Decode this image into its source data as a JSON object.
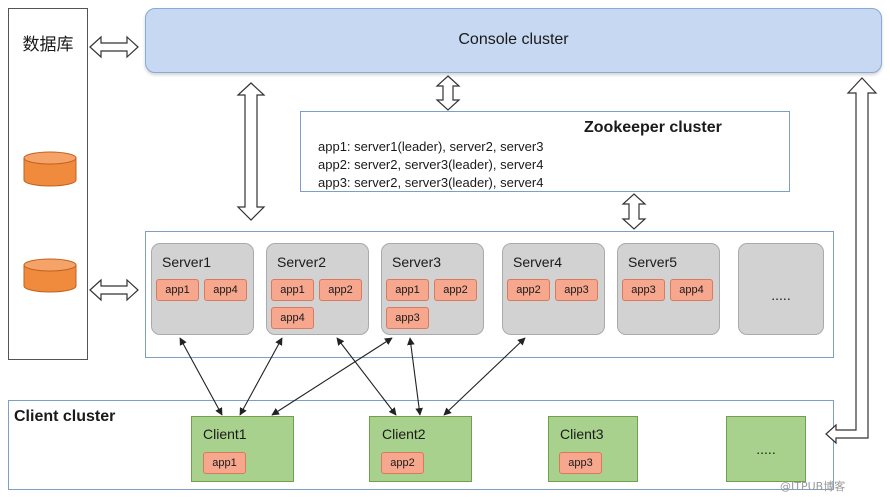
{
  "database": {
    "title": "数据库"
  },
  "console": {
    "label": "Console cluster"
  },
  "zookeeper": {
    "title": "Zookeeper cluster",
    "lines": [
      "app1: server1(leader), server2, server3",
      "app2: server2, server3(leader), server4",
      "app3: server2, server3(leader), server4"
    ]
  },
  "servers": [
    {
      "name": "Server1",
      "apps": [
        "app1",
        "app4"
      ]
    },
    {
      "name": "Server2",
      "apps": [
        "app1",
        "app2",
        "app4"
      ]
    },
    {
      "name": "Server3",
      "apps": [
        "app1",
        "app2",
        "app3"
      ]
    },
    {
      "name": "Server4",
      "apps": [
        "app2",
        "app3"
      ]
    },
    {
      "name": "Server5",
      "apps": [
        "app3",
        "app4"
      ]
    },
    {
      "name": "....."
    }
  ],
  "client_cluster": {
    "label": "Client cluster",
    "clients": [
      {
        "name": "Client1",
        "app": "app1"
      },
      {
        "name": "Client2",
        "app": "app2"
      },
      {
        "name": "Client3",
        "app": "app3"
      },
      {
        "name": "....."
      }
    ]
  },
  "colors": {
    "console_fill": "#c6d8f2",
    "server_fill": "#d2d2d2",
    "app_fill": "#f6a78e",
    "client_fill": "#a9d18e",
    "database_fill": "#f08a3c"
  },
  "watermark": "@ITPUB博客"
}
